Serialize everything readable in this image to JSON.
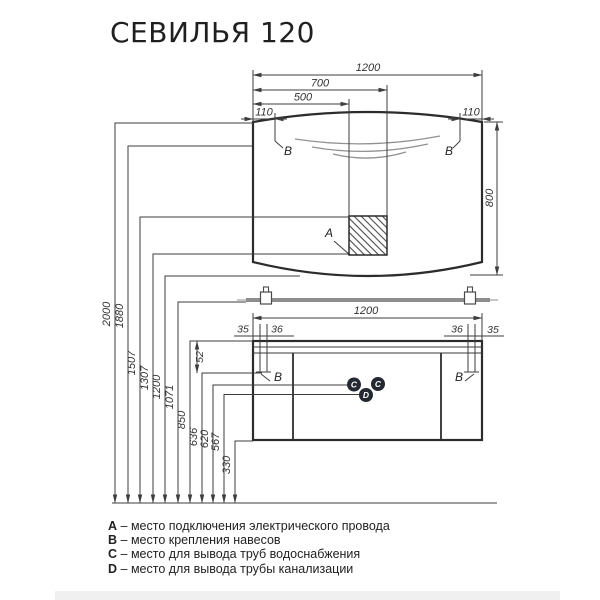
{
  "title": "СЕВИЛЬЯ 120",
  "colors": {
    "line": "#3d3d3d",
    "outline": "#2c2c2c",
    "rail": "#8d8d8d",
    "marker_fill": "#232833",
    "background": "#ffffff"
  },
  "mirror_dims": {
    "width": "1200",
    "to_outlet_right": "700",
    "to_outlet_left": "500",
    "offset_left": "110",
    "offset_right": "110",
    "height": "800",
    "point_a": "A",
    "point_b_left": "B",
    "point_b_right": "B"
  },
  "cabinet_dims": {
    "width": "1200",
    "edge_left": "35",
    "hanger_left": "36",
    "hanger_right": "36",
    "edge_right": "35",
    "hanger_drop": "52",
    "point_b_left": "B",
    "point_b_right": "B",
    "point_c1": "C",
    "point_c2": "C",
    "point_d": "D"
  },
  "heights": [
    "2000",
    "1880",
    "1507",
    "1307",
    "1200",
    "1071",
    "850",
    "636",
    "620",
    "567",
    "330"
  ],
  "legend": {
    "separator": "–",
    "items": [
      {
        "key": "A",
        "text": "место подключения электрического провода"
      },
      {
        "key": "B",
        "text": "место крепления навесов"
      },
      {
        "key": "C",
        "text": "место для вывода труб водоснабжения"
      },
      {
        "key": "D",
        "text": "место для вывода трубы канализации"
      }
    ]
  }
}
